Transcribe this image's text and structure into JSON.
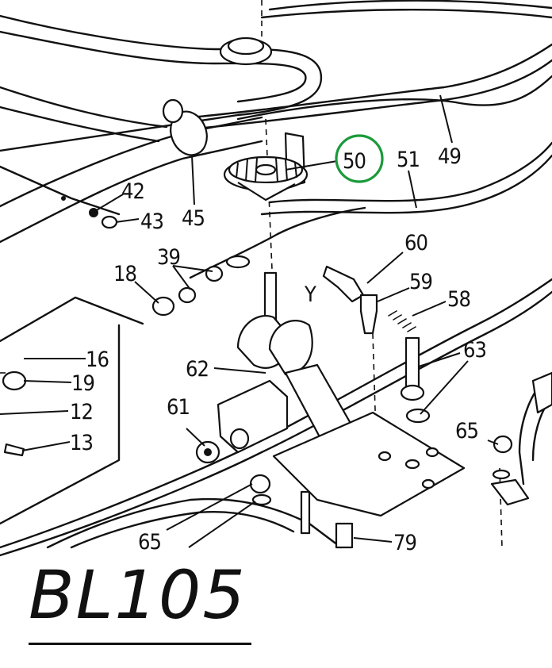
{
  "caption": "BL105",
  "highlight_color": "#1a9a3a",
  "highlighted_part": "50",
  "parts": {
    "p50": "50",
    "p51": "51",
    "p49": "49",
    "p42": "42",
    "p43": "43",
    "p45": "45",
    "p39": "39",
    "p18": "18",
    "p60": "60",
    "p59": "59",
    "p58": "58",
    "pY": "Y",
    "p16": "16",
    "p19": "19",
    "p12": "12",
    "p13": "13",
    "p62": "62",
    "p63": "63",
    "p61": "61",
    "p65a": "65",
    "p65b": "65",
    "p79": "79"
  }
}
